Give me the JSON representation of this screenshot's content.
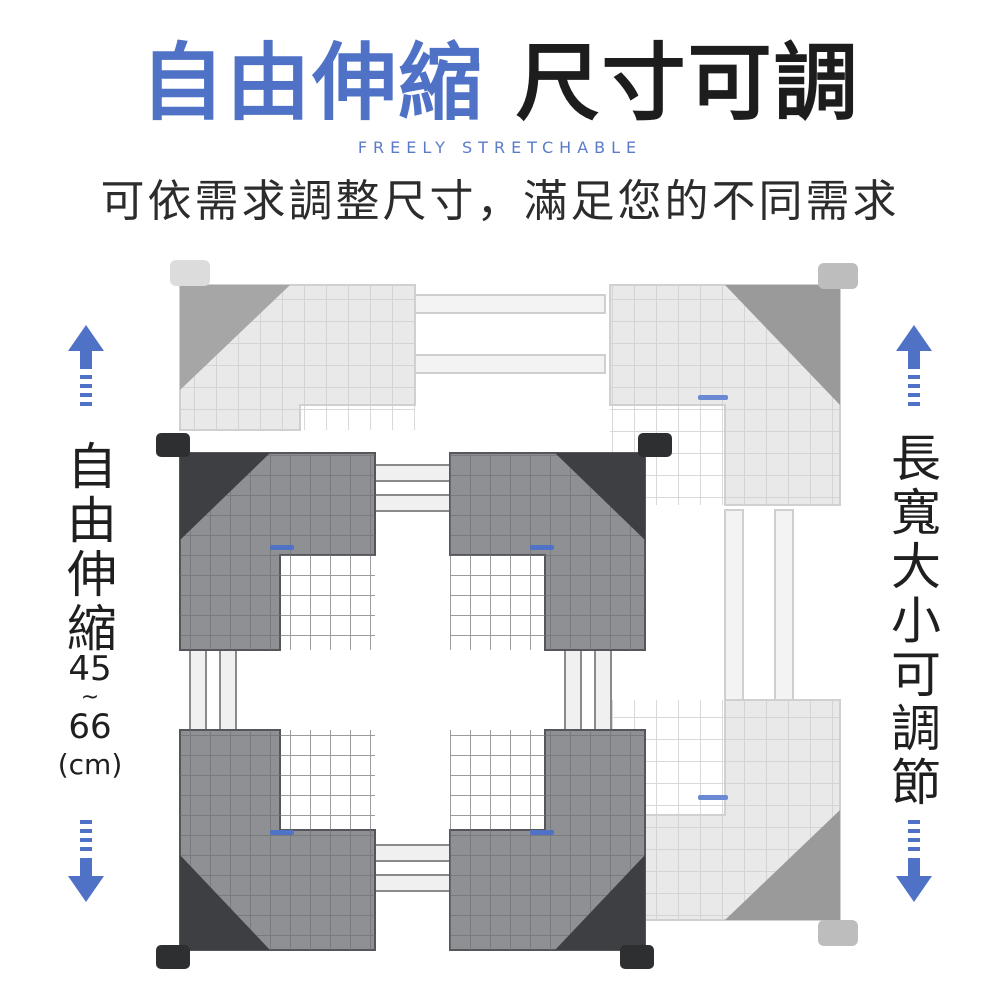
{
  "headline": {
    "blue_part": "自由伸縮",
    "dark_part": "尺寸可調"
  },
  "subtitle_en": "FREELY STRETCHABLE",
  "tagline": "可依需求調整尺寸，滿足您的不同需求",
  "left_label": "自由伸縮",
  "size_range": {
    "min": "45",
    "separator": "~",
    "max": "66",
    "unit": "(cm)"
  },
  "right_label": "長寬大小可調節",
  "colors": {
    "accent_blue": "#4f72c6",
    "text_dark": "#1d1d1d",
    "frame_light": "#ececec",
    "frame_dark": "#8e8f93"
  },
  "icons": [
    "up-arrow-icon",
    "down-arrow-icon"
  ]
}
